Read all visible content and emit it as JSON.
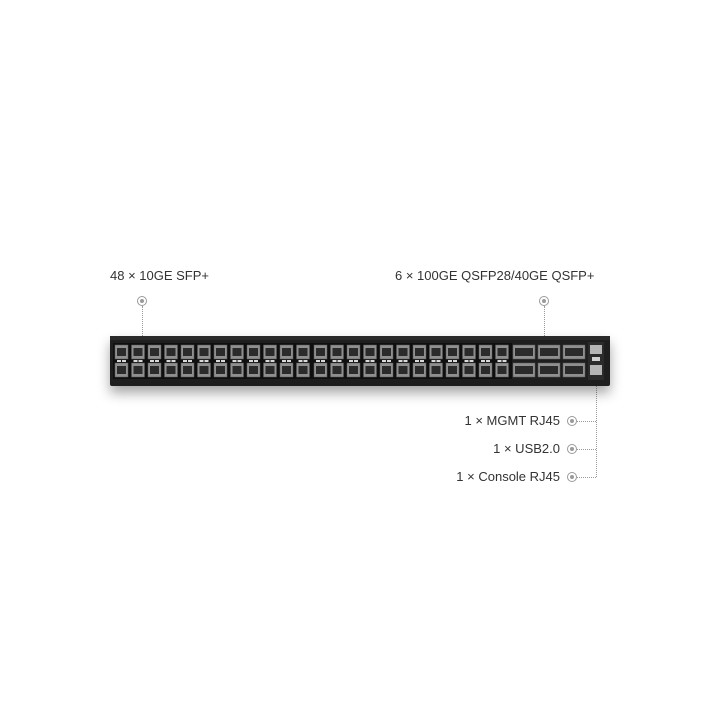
{
  "callouts": {
    "sfp": "48 × 10GE SFP+",
    "qsfp": "6 × 100GE  QSFP28/40GE QSFP+",
    "mgmt": "1 × MGMT RJ45",
    "usb": "1 × USB2.0",
    "console": "1 × Console RJ45"
  },
  "device": {
    "sfp_port_count": 48,
    "qsfp_port_count": 6,
    "body_color": "#1e1e1e",
    "port_color": "#8f8f8f"
  }
}
